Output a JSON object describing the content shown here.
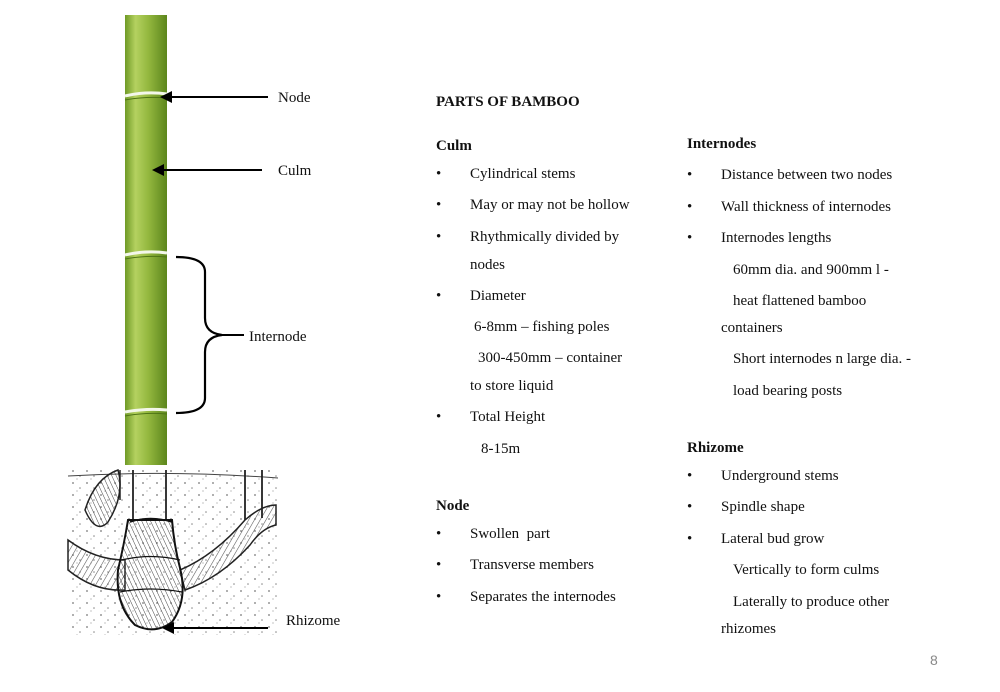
{
  "labels": {
    "node": "Node",
    "culm": "Culm",
    "internode": "Internode",
    "rhizome": "Rhizome"
  },
  "title": "PARTS OF BAMBOO",
  "culm": {
    "heading": "Culm",
    "b1": "Cylindrical stems",
    "b2": "May or may not be hollow",
    "b3a": "Rhythmically divided by",
    "b3b": "nodes",
    "b4": "Diameter",
    "d1": "6-8mm – fishing poles",
    "d2a": "300-450mm – container",
    "d2b": "to store liquid",
    "b5": "Total Height",
    "h1": "8-15m"
  },
  "node": {
    "heading": "Node",
    "b1": "Swollen  part",
    "b2": "Transverse members",
    "b3": "Separates the internodes"
  },
  "internodes": {
    "heading": "Internodes",
    "b1": "Distance between two nodes",
    "b2": "Wall thickness of internodes",
    "b3": "Internodes lengths",
    "s1": "60mm dia. and 900mm l -",
    "s2a": "heat flattened bamboo",
    "s2b": "containers",
    "s3a": "Short internodes n large dia. -",
    "s3b": "load bearing posts"
  },
  "rhizome": {
    "heading": "Rhizome",
    "b1": "Underground stems",
    "b2": "Spindle shape",
    "b3": "Lateral bud grow",
    "s1": "Vertically to form culms",
    "s2a": "Laterally to produce other",
    "s2b": "rhizomes"
  },
  "bullet_char": "•",
  "page_number": "8",
  "colors": {
    "culm_green": "#8fb33a",
    "culm_light": "#b9d46a",
    "culm_dark": "#5f8a1f"
  }
}
